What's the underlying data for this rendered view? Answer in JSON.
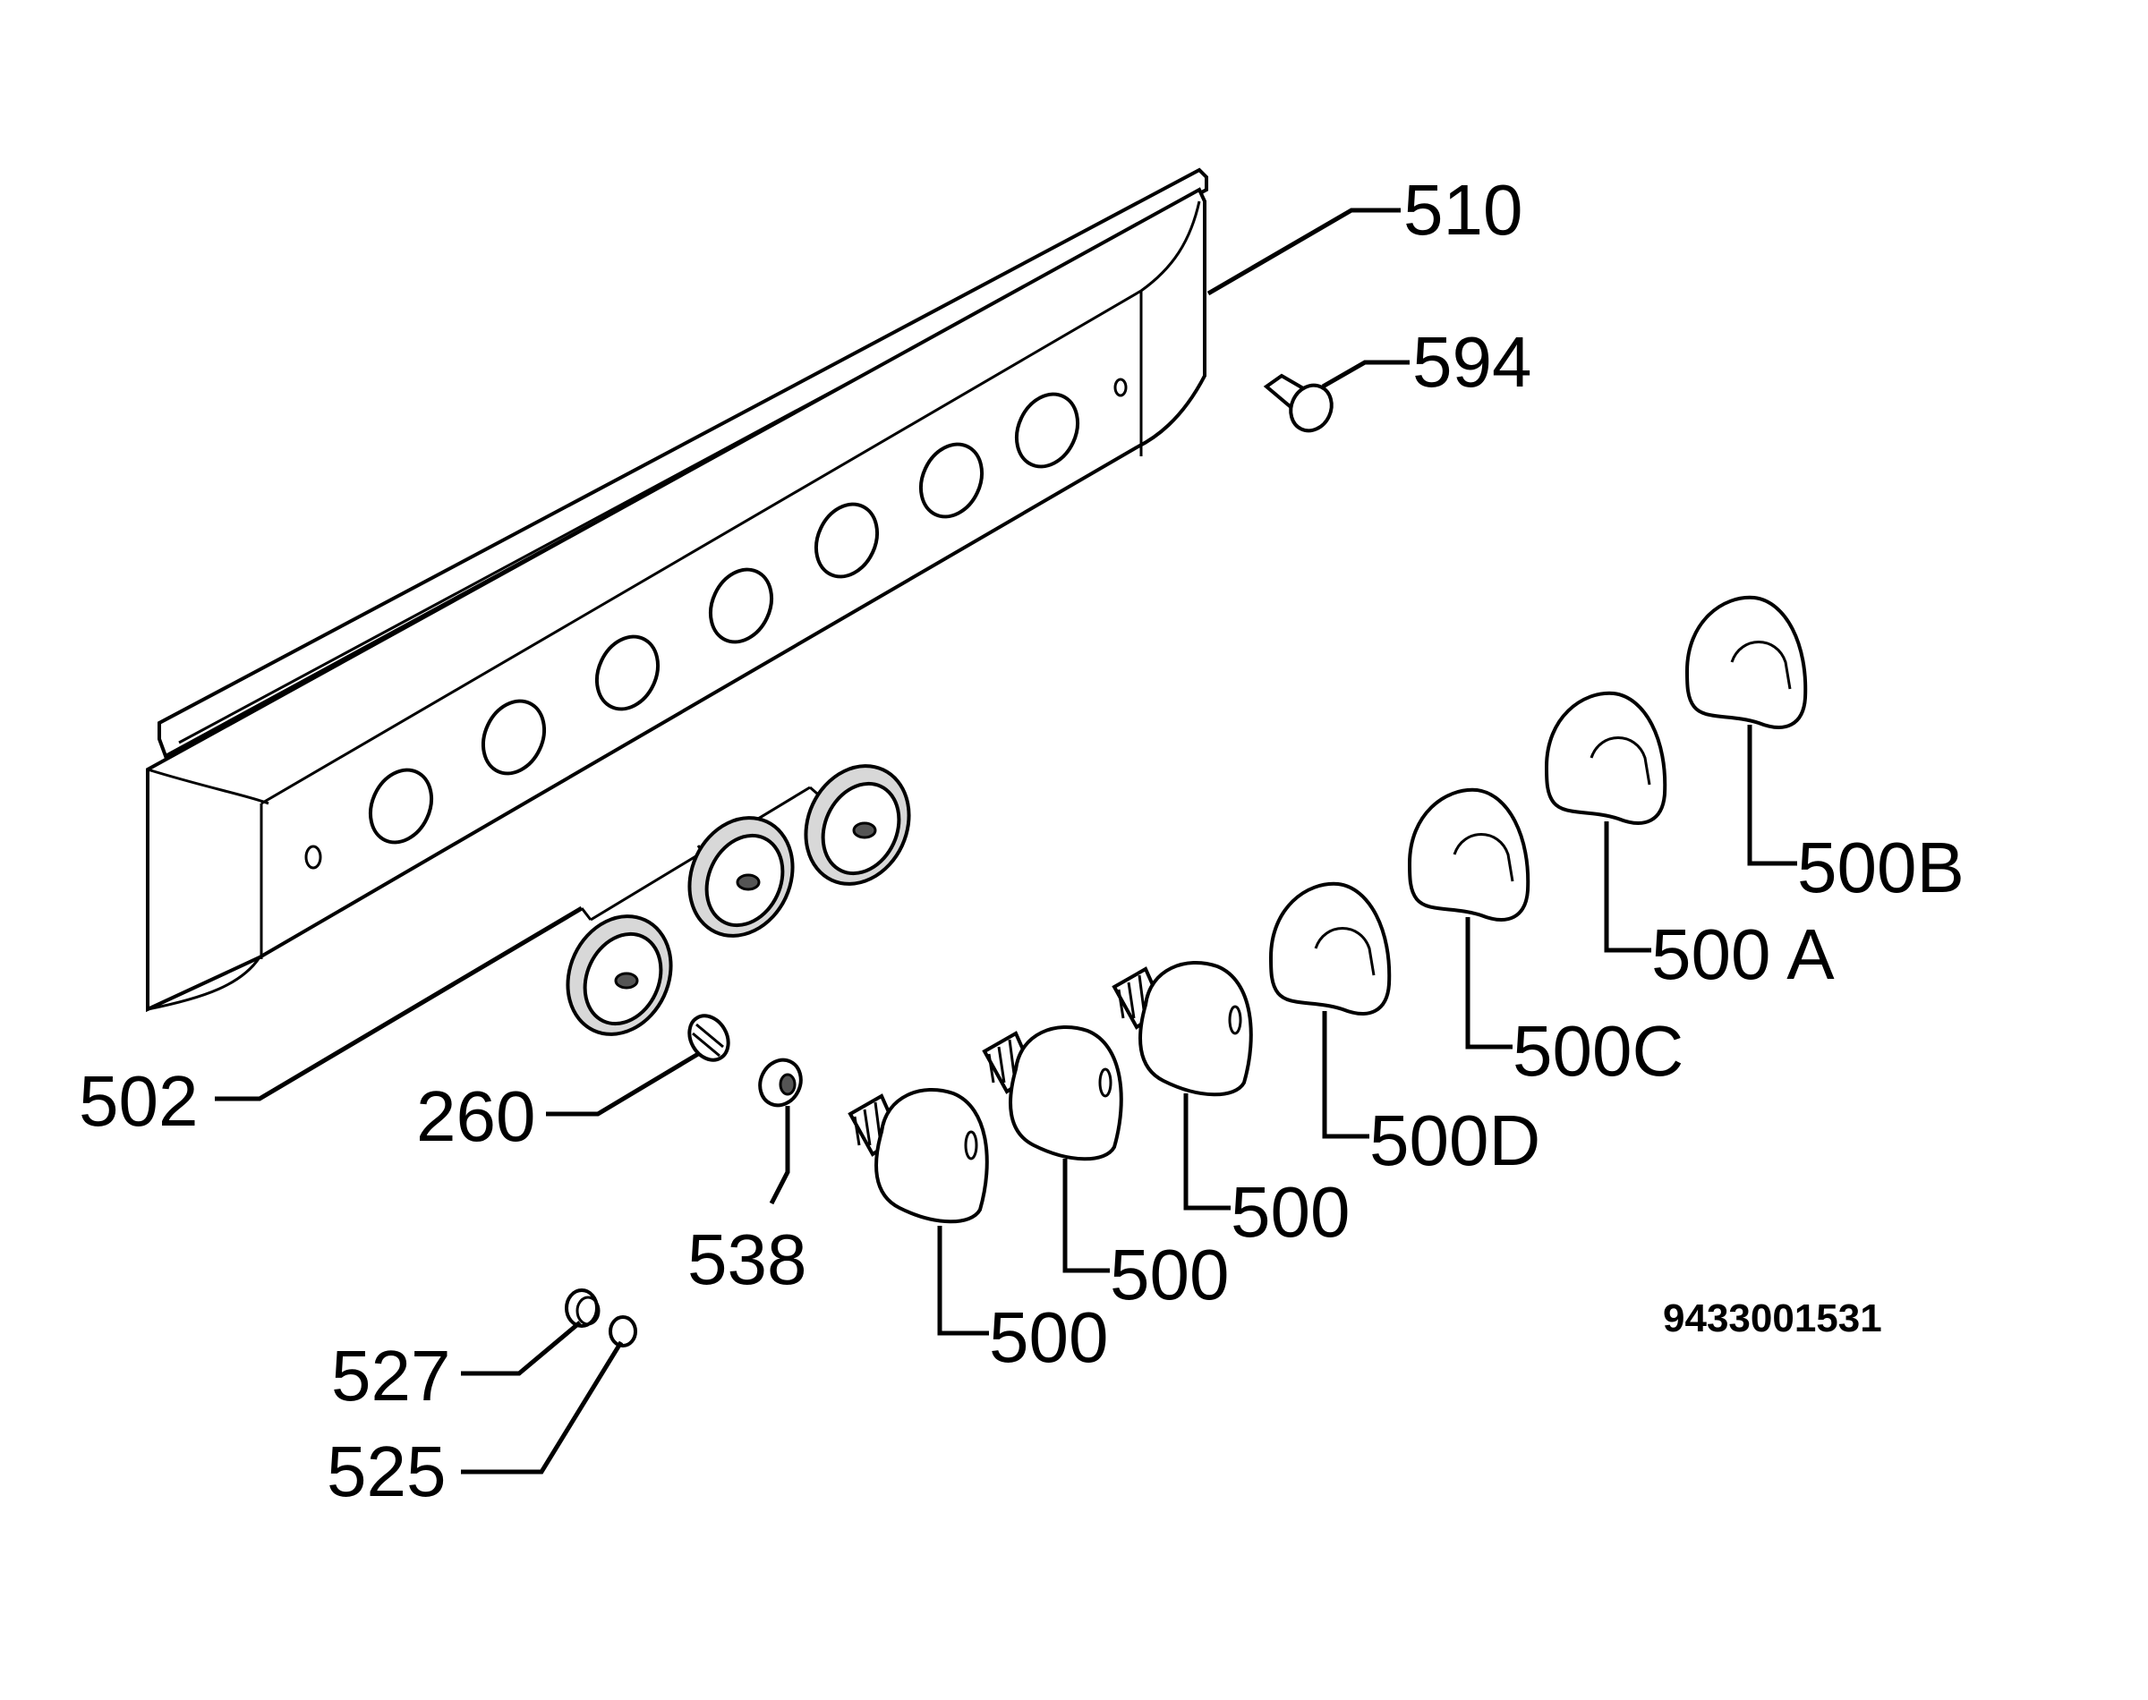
{
  "drawing_number": "9433001531",
  "callouts": {
    "c510": "510",
    "c594": "594",
    "c502": "502",
    "c260": "260",
    "c538": "538",
    "c527": "527",
    "c525": "525",
    "c500_1": "500",
    "c500_2": "500",
    "c500_3": "500",
    "c500D": "500D",
    "c500C": "500C",
    "c500A": "500 A",
    "c500B": "500B"
  }
}
